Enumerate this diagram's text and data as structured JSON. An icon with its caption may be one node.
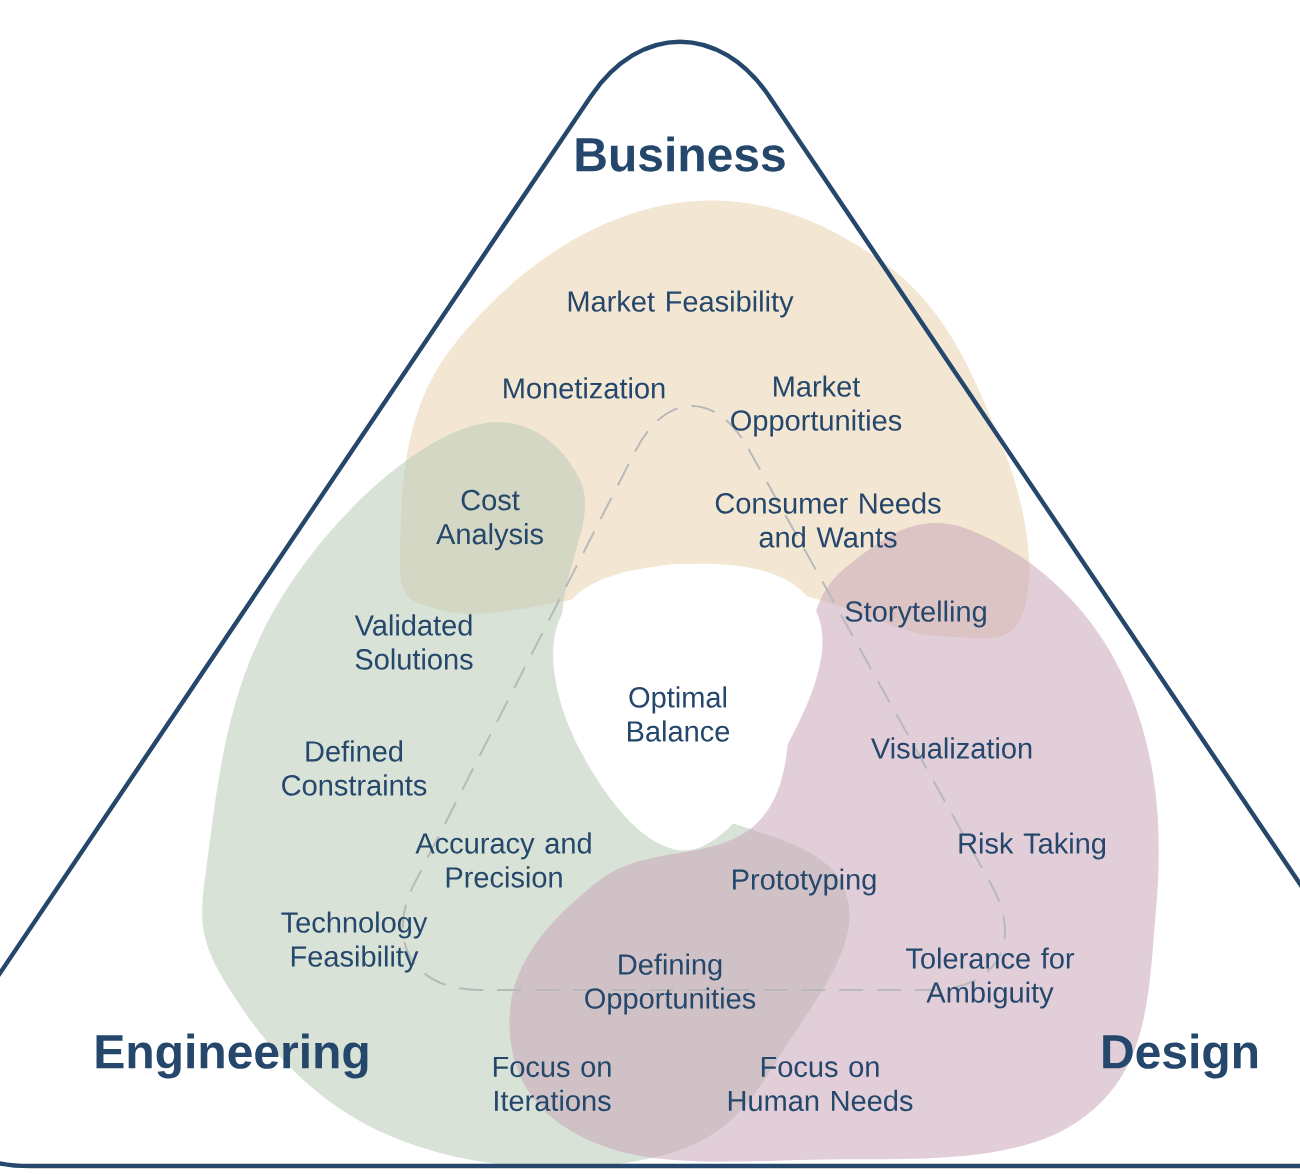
{
  "diagram": {
    "labels": [
      "Business",
      "Market Feasibility",
      "Monetization",
      "Market Opportunities",
      "Cost Analysis",
      "Consumer Needs and Wants",
      "Storytelling",
      "Validated Solutions",
      "Optimal Balance",
      "Defined Constraints",
      "Visualization",
      "Accuracy and Precision",
      "Risk Taking",
      "Prototyping",
      "Technology Feasibility",
      "Defining Opportunities",
      "Tolerance for Ambiguity",
      "Engineering",
      "Design",
      "Focus on Iterations",
      "Focus on Human Needs"
    ]
  }
}
